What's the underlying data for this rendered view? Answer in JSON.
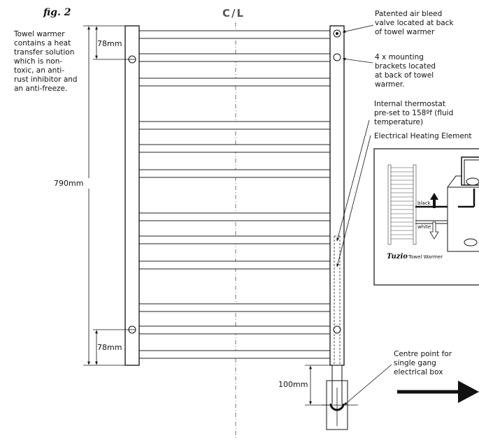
{
  "figure_label": "fig. 2",
  "centre_line_label": "C/L",
  "notes": {
    "towel_warmer": [
      "Towel warmer",
      "contains a heat",
      "transfer solution",
      "which is non-",
      "toxic, an anti-",
      "rust inhibitor and",
      "an anti-freeze."
    ],
    "air_bleed": [
      "Patented air bleed",
      "valve located at back",
      "of towel warmer"
    ],
    "mounting": [
      "4 x mounting",
      "brackets located",
      "at back of towel",
      "warmer."
    ],
    "thermostat": [
      "Internal thermostat",
      "pre-set to 158ºf (fluid",
      "temperature)"
    ],
    "heating_element": "Electrical Heating Element",
    "centre_point": [
      "Centre point for",
      "single gang",
      "electrical box"
    ]
  },
  "dimensions": {
    "top_spacing": "78mm",
    "total_height": "790mm",
    "bottom_spacing": "78mm",
    "box_offset": "100mm"
  },
  "inset": {
    "wire_black": "black",
    "wire_white": "white",
    "brand": "Tuzio",
    "caption": "Towel Warmer"
  }
}
